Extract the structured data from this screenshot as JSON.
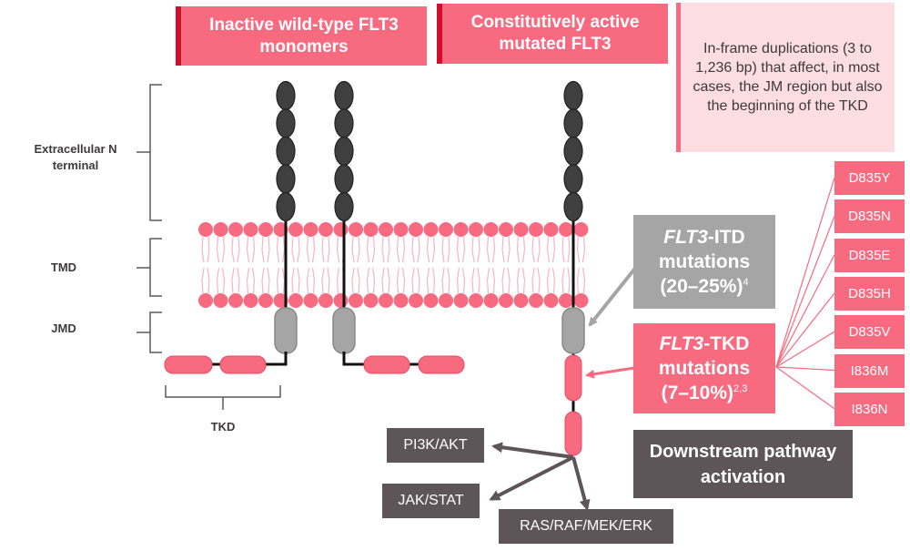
{
  "headers": {
    "wild_type": "Inactive wild-type FLT3 monomers",
    "mutated": "Constitutively active mutated FLT3"
  },
  "itd_note": "In-frame duplications (3 to 1,236 bp) that affect, in most cases, the JM region but also the beginning of the TKD",
  "domain_labels": {
    "extracellular": "Extracellular N terminal",
    "tmd": "TMD",
    "jmd": "JMD",
    "tkd": "TKD"
  },
  "itd_box": {
    "gene": "FLT3",
    "suffix": "-ITD",
    "line2": "mutations",
    "line3": "(20–25%)",
    "ref": "4"
  },
  "tkd_box": {
    "gene": "FLT3",
    "suffix": "-TKD",
    "line2": "mutations",
    "line3": "(7–10%)",
    "ref": "2,3"
  },
  "tkd_point_mutations": [
    "D835Y",
    "D835N",
    "D835E",
    "D835H",
    "D835V",
    "I836M",
    "I836N"
  ],
  "pathways": [
    "PI3K/AKT",
    "JAK/STAT",
    "RAS/RAF/MEK/ERK"
  ],
  "downstream_label": "Downstream pathway activation",
  "colors": {
    "pink": "#f86a80",
    "dark_red": "#d0102a",
    "light_pink": "#fcdde1",
    "domain_dark": "#3f3f3f",
    "jmd_grey": "#a5a5a5",
    "pathway_dark": "#5e5559"
  }
}
